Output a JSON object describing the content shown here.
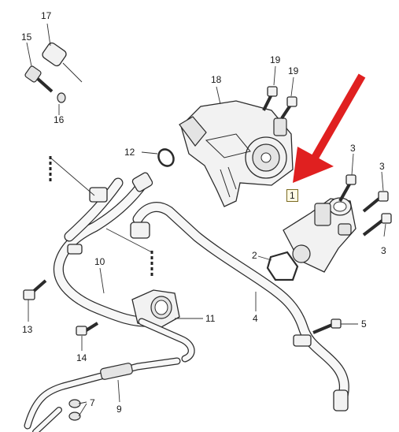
{
  "callouts": {
    "c1": "1",
    "c2": "2",
    "c3a": "3",
    "c3b": "3",
    "c3c": "3",
    "c4": "4",
    "c5": "5",
    "c7": "7",
    "c9": "9",
    "c10": "10",
    "c11": "11",
    "c12": "12",
    "c13": "13",
    "c14": "14",
    "c15": "15",
    "c16": "16",
    "c17": "17",
    "c18": "18",
    "c19a": "19",
    "c19b": "19"
  },
  "colors": {
    "highlight_arrow": "#e02020",
    "line": "#2b2b2b",
    "part_fill": "#f2f2f2"
  }
}
